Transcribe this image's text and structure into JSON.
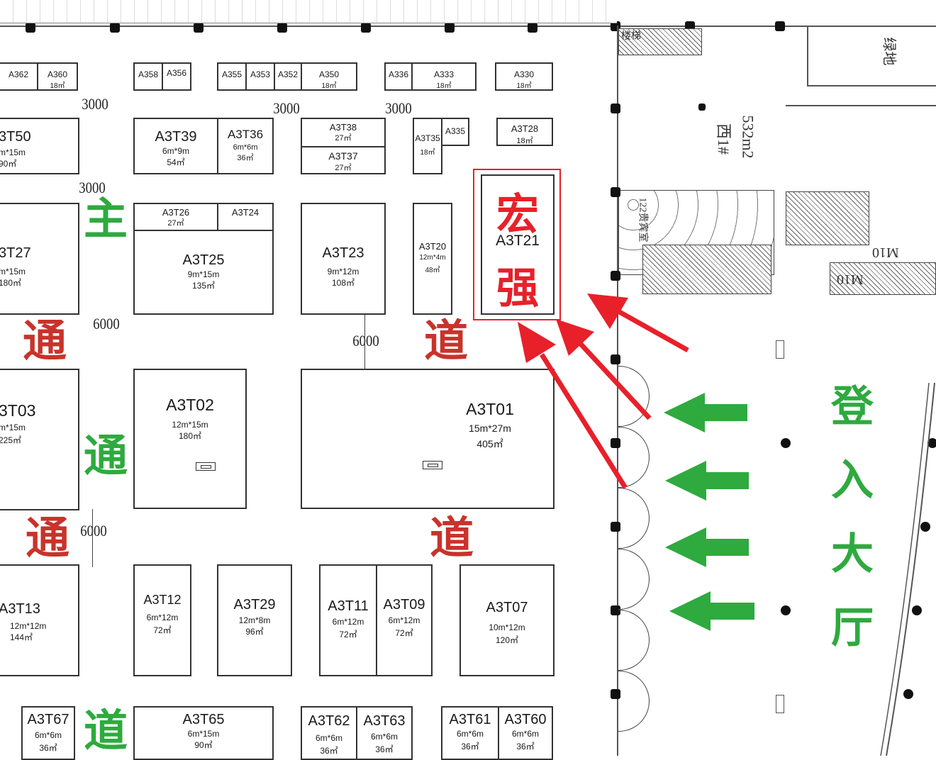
{
  "colors": {
    "highlight": "#e8202a",
    "aisle_red": "#c8332b",
    "aisle_green": "#2eaa3f",
    "entry_green": "#2eaa3f",
    "arrow_red": "#e8202a",
    "arrow_green": "#2eaa3f"
  },
  "dimensions": {
    "d3000a": "3000",
    "d3000b": "3000",
    "d3000c": "3000",
    "d3000d": "3000",
    "d6000a": "6000",
    "d6000b": "6000",
    "d6000c": "6000"
  },
  "aisle_chars": {
    "zhu": "主",
    "tong1": "通",
    "tong2": "通",
    "tong3": "通",
    "dao1": "道",
    "dao2": "道",
    "dao3": "道"
  },
  "highlight": {
    "brand_top": "宏",
    "brand_bottom": "强",
    "booth": "A3T21"
  },
  "entrance": {
    "c1": "登",
    "c2": "入",
    "c3": "大",
    "c4": "厅"
  },
  "area_labels": {
    "west": "西1#",
    "west_area": "532m2",
    "green": "绿地",
    "room1": "122贵宾室",
    "wall_sign1": "M10",
    "wall_sign2": "M10",
    "stairs": "楼梯"
  },
  "small_booths": [
    {
      "name": "A362",
      "size": ""
    },
    {
      "name": "A360",
      "size": "18㎡"
    },
    {
      "name": "A358",
      "size": ""
    },
    {
      "name": "A356",
      "size": ""
    },
    {
      "name": "A355",
      "size": ""
    },
    {
      "name": "A353",
      "size": ""
    },
    {
      "name": "A352",
      "size": ""
    },
    {
      "name": "A350",
      "size": "18㎡"
    },
    {
      "name": "A336",
      "size": ""
    },
    {
      "name": "A333",
      "size": "18㎡"
    },
    {
      "name": "A330",
      "size": "18㎡"
    }
  ],
  "booths": [
    {
      "name": "3T50",
      "size": "m*15m",
      "area": "90㎡"
    },
    {
      "name": "A3T39",
      "size": "6m*9m",
      "area": "54㎡"
    },
    {
      "name": "A3T36",
      "size": "6m*6m",
      "area": "36㎡"
    },
    {
      "name": "A3T38",
      "size": "27㎡",
      "area": ""
    },
    {
      "name": "A3T37",
      "size": "27㎡",
      "area": ""
    },
    {
      "name": "A3T35",
      "size": "18㎡",
      "area": ""
    },
    {
      "name": "A335",
      "size": "",
      "area": ""
    },
    {
      "name": "A3T28",
      "size": "18㎡",
      "area": ""
    },
    {
      "name": "3T27",
      "size": "m*15m",
      "area": "180㎡"
    },
    {
      "name": "A3T26",
      "size": "27㎡",
      "area": ""
    },
    {
      "name": "A3T24",
      "size": "",
      "area": ""
    },
    {
      "name": "A3T25",
      "size": "9m*15m",
      "area": "135㎡"
    },
    {
      "name": "A3T23",
      "size": "9m*12m",
      "area": "108㎡"
    },
    {
      "name": "A3T20",
      "size": "12m*4m",
      "area": "48㎡"
    },
    {
      "name": "3T03",
      "size": "m*15m",
      "area": "225㎡"
    },
    {
      "name": "A3T02",
      "size": "12m*15m",
      "area": "180㎡"
    },
    {
      "name": "A3T01",
      "size": "15m*27m",
      "area": "405㎡"
    },
    {
      "name": "A3T13",
      "size": "12m*12m",
      "area": "144㎡"
    },
    {
      "name": "A3T12",
      "size": "6m*12m",
      "area": "72㎡"
    },
    {
      "name": "A3T29",
      "size": "12m*8m",
      "area": "96㎡"
    },
    {
      "name": "A3T11",
      "size": "6m*12m",
      "area": "72㎡"
    },
    {
      "name": "A3T09",
      "size": "6m*12m",
      "area": "72㎡"
    },
    {
      "name": "A3T07",
      "size": "10m*12m",
      "area": "120㎡"
    },
    {
      "name": "A3T67",
      "size": "6m*6m",
      "area": "36㎡"
    },
    {
      "name": "A3T65",
      "size": "6m*15m",
      "area": "90㎡"
    },
    {
      "name": "A3T62",
      "size": "6m*6m",
      "area": "36㎡"
    },
    {
      "name": "A3T63",
      "size": "6m*6m",
      "area": "36㎡"
    },
    {
      "name": "A3T61",
      "size": "6m*6m",
      "area": "36㎡"
    },
    {
      "name": "A3T60",
      "size": "6m*6m",
      "area": "36㎡"
    }
  ]
}
